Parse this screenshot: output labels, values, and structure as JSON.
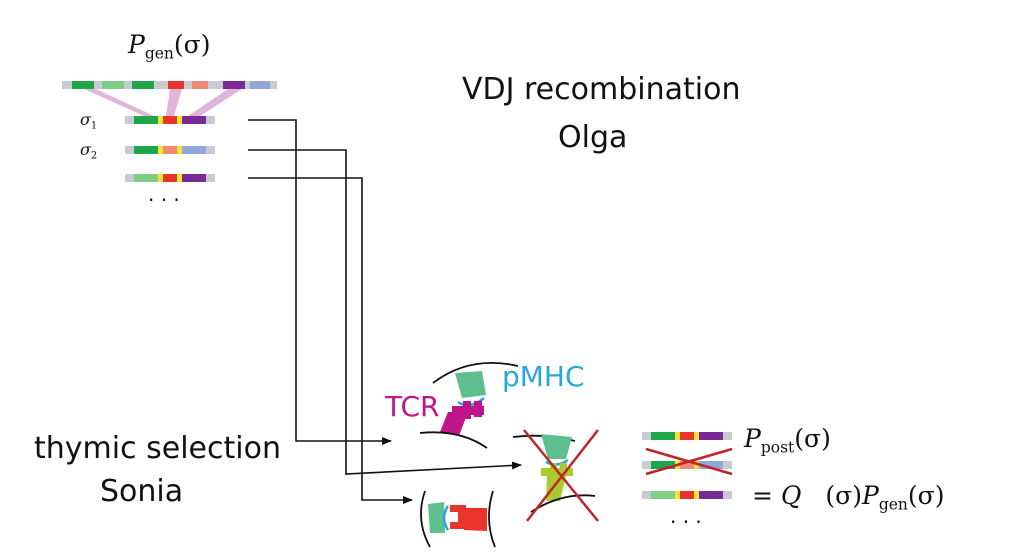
{
  "diagram": {
    "title_vdj": "VDJ recombination",
    "tool_olga": "Olga",
    "title_thymic": "thymic selection",
    "tool_sonia": "Sonia",
    "label_tcr": "TCR",
    "label_pmhc": "pMHC",
    "math_pgen_P": "P",
    "math_pgen_sub": "gen",
    "math_pgen_arg": "(σ)",
    "seq_label_1_sym": "σ",
    "seq_label_1_sub": "1",
    "seq_label_2_sym": "σ",
    "seq_label_2_sub": "2",
    "ellipsis_top": "· · ·",
    "ellipsis_bottom": "· · ·",
    "math_ppost_P": "P",
    "math_ppost_sub": "post",
    "math_ppost_arg": "(σ)",
    "math_eq_prefix": "= ",
    "math_eq_Q": "Q",
    "math_eq_mid": "(σ)",
    "math_eq_P": "P",
    "math_eq_sub": "gen",
    "math_eq_arg": "(σ)"
  },
  "colors": {
    "gray": "#c9cbd3",
    "green": "#1fa64a",
    "light_green": "#7dcf85",
    "red": "#e9342b",
    "salmon": "#f08a74",
    "yellow": "#f3e52c",
    "purple": "#7a2a96",
    "blue": "#8fa8d8",
    "pink": "#dba9d4",
    "magenta": "#c0148c",
    "teal": "#5fbf8f",
    "cyan": "#29a6dd",
    "lime": "#a8cc2e",
    "cross": "#c0242b"
  }
}
